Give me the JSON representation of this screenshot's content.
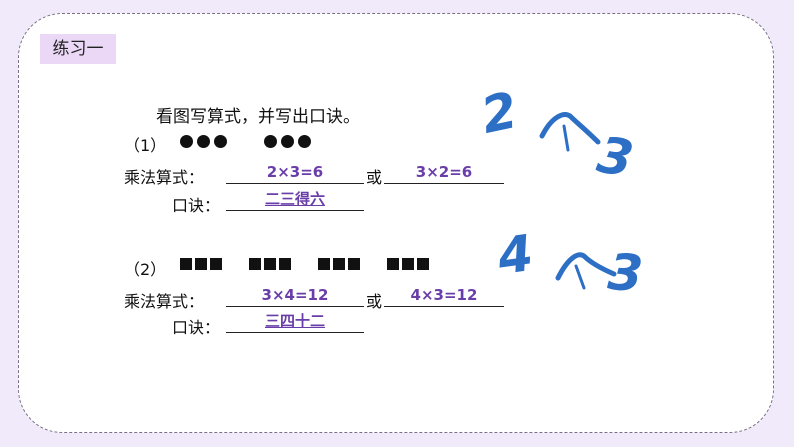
{
  "tag": "练习一",
  "instruction": "看图写算式，并写出口诀。",
  "labels": {
    "formula": "乘法算式：",
    "or": "或",
    "rhyme": "口诀："
  },
  "problem1": {
    "number": "（1）",
    "formula1": "2×3=6",
    "formula2": "3×2=6",
    "rhyme": "二三得六",
    "hint": {
      "left": "2",
      "right": "3"
    }
  },
  "problem2": {
    "number": "（2）",
    "formula1": "3×4=12",
    "formula2": "4×3=12",
    "rhyme": "三四十二",
    "hint": {
      "left": "4",
      "right": "3"
    }
  },
  "colors": {
    "answer": "#6a3ea8",
    "hint": "#2c6fc4",
    "tag_bg": "#ead8f6",
    "page_bg": "#f1eafb"
  }
}
